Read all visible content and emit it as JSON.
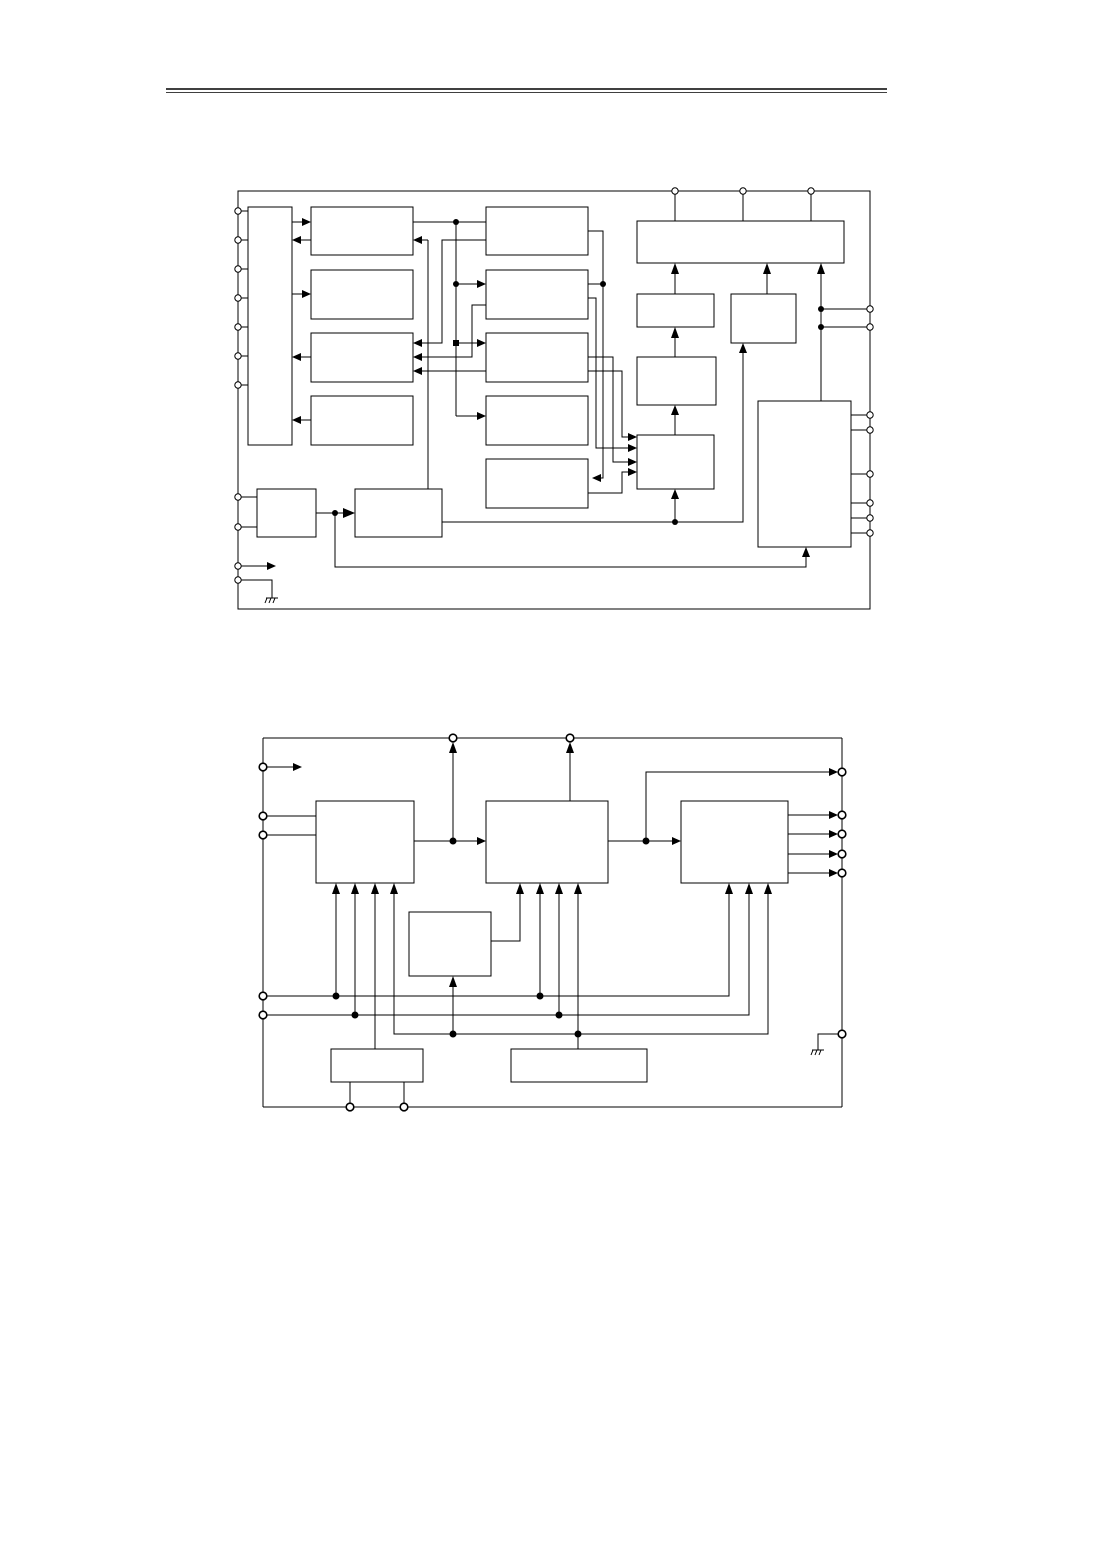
{
  "page": {
    "header_rule": "double-line",
    "background_color": "#ffffff",
    "line_color": "#000000"
  },
  "diagrams": [
    {
      "id": "block-diagram-1",
      "labels_visible": false,
      "ground_symbol": "ground-icon"
    },
    {
      "id": "block-diagram-2",
      "labels_visible": false,
      "ground_symbol": "ground-icon"
    }
  ]
}
